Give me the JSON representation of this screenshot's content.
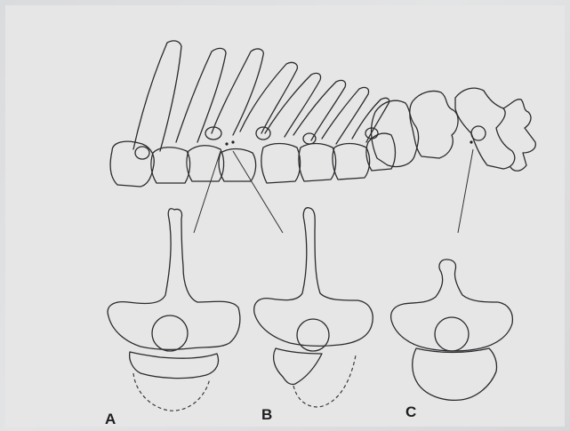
{
  "labels": {
    "a": "A",
    "b": "B",
    "c": "C"
  },
  "colors": {
    "paper": "#e6e6e7",
    "ink": "#2b2b2d"
  }
}
